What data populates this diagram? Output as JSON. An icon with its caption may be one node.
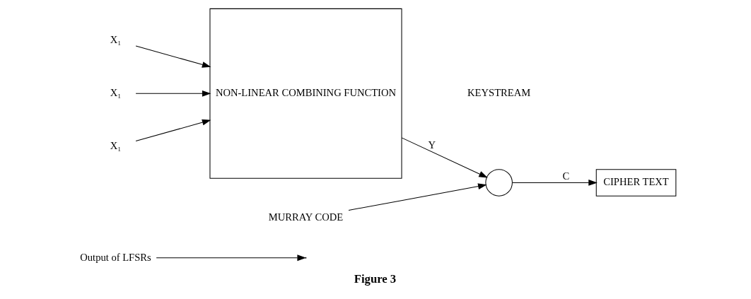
{
  "diagram": {
    "caption": "Figure 3",
    "nodes": [
      {
        "text": [
          "Output of LFSRs"
        ]
      },
      {
        "text": [
          "X₁"
        ]
      },
      {
        "text": [
          "X₁"
        ]
      },
      {
        "text": [
          "X₁"
        ]
      },
      {
        "text": [
          "NON-LINEAR COMBINING FUNCTION"
        ]
      },
      {
        "text": [
          "MURRAY CODE"
        ]
      },
      {
        "text": [],
        "shape": "circle"
      },
      {
        "text": [
          "CIPHER TEXT"
        ]
      }
    ],
    "edges": [
      {
        "from": 0,
        "to": null,
        "arrow": "to"
      },
      {
        "from": 1,
        "to": 4,
        "arrow": "to"
      },
      {
        "from": 2,
        "to": 4,
        "arrow": "to"
      },
      {
        "from": 3,
        "to": 4,
        "arrow": "to"
      },
      {
        "from": 4,
        "to": 6,
        "arrow": "to",
        "label": "Y"
      },
      {
        "from": 5,
        "to": 6,
        "arrow": "to"
      },
      {
        "from": 6,
        "to": 7,
        "arrow": "to",
        "label": "C"
      }
    ],
    "labels": [
      "KEYSTREAM"
    ]
  }
}
